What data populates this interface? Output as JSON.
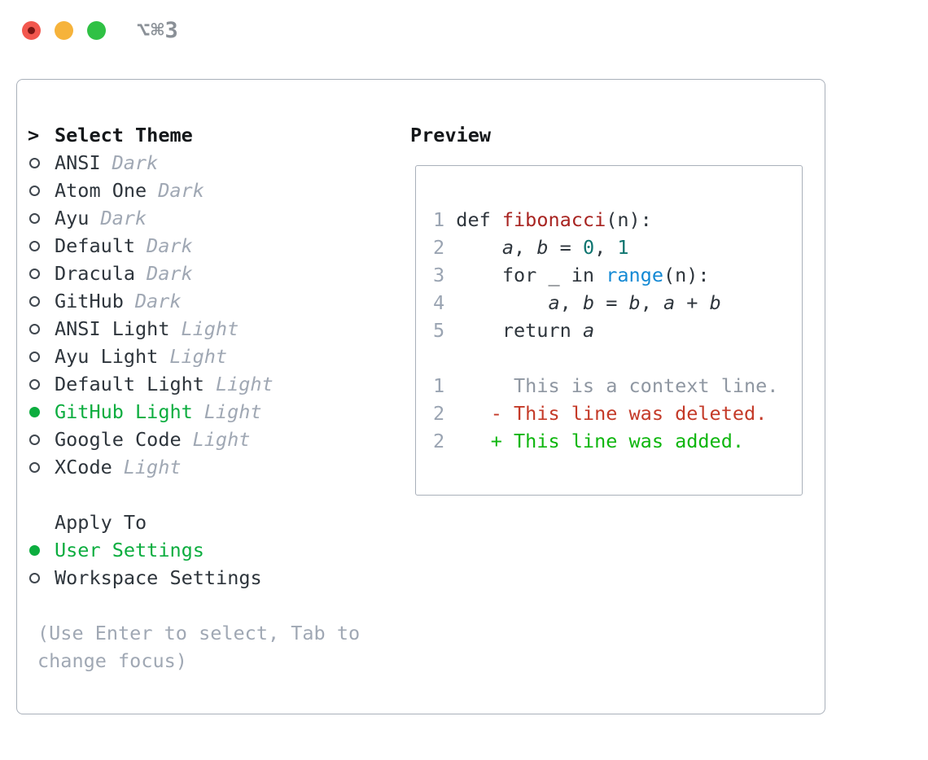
{
  "titlebar": {
    "shortcut": "⌥⌘3",
    "buttons": [
      "close",
      "minimize",
      "zoom"
    ]
  },
  "theme_panel": {
    "header_marker": ">",
    "header_label": "Select Theme",
    "themes": [
      {
        "name": "ANSI",
        "variant": "Dark",
        "selected": false
      },
      {
        "name": "Atom One",
        "variant": "Dark",
        "selected": false
      },
      {
        "name": "Ayu",
        "variant": "Dark",
        "selected": false
      },
      {
        "name": "Default",
        "variant": "Dark",
        "selected": false
      },
      {
        "name": "Dracula",
        "variant": "Dark",
        "selected": false
      },
      {
        "name": "GitHub",
        "variant": "Dark",
        "selected": false
      },
      {
        "name": "ANSI Light",
        "variant": "Light",
        "selected": false
      },
      {
        "name": "Ayu Light",
        "variant": "Light",
        "selected": false
      },
      {
        "name": "Default Light",
        "variant": "Light",
        "selected": false
      },
      {
        "name": "GitHub Light",
        "variant": "Light",
        "selected": true
      },
      {
        "name": "Google Code",
        "variant": "Light",
        "selected": false
      },
      {
        "name": "XCode",
        "variant": "Light",
        "selected": false
      }
    ],
    "apply_to_label": "Apply To",
    "apply_options": [
      {
        "name": "User Settings",
        "selected": true
      },
      {
        "name": "Workspace Settings",
        "selected": false
      }
    ],
    "hint_lines": [
      "(Use Enter to select, Tab to",
      "change focus)"
    ]
  },
  "preview": {
    "title": "Preview",
    "lines": [
      [
        [
          "ln",
          "1 "
        ],
        [
          "pl",
          "def "
        ],
        [
          "fn",
          "fibonacci"
        ],
        [
          "pl",
          "(n):"
        ]
      ],
      [
        [
          "ln",
          "2 "
        ],
        [
          "pl",
          "    "
        ],
        [
          "var",
          "a"
        ],
        [
          "pl",
          ", "
        ],
        [
          "var",
          "b"
        ],
        [
          "pl",
          " = "
        ],
        [
          "num",
          "0"
        ],
        [
          "pl",
          ", "
        ],
        [
          "num",
          "1"
        ]
      ],
      [
        [
          "ln",
          "3 "
        ],
        [
          "pl",
          "    for _ in "
        ],
        [
          "call",
          "range"
        ],
        [
          "pl",
          "(n):"
        ]
      ],
      [
        [
          "ln",
          "4 "
        ],
        [
          "pl",
          "        "
        ],
        [
          "var",
          "a"
        ],
        [
          "pl",
          ", "
        ],
        [
          "var",
          "b"
        ],
        [
          "pl",
          " = "
        ],
        [
          "var",
          "b"
        ],
        [
          "pl",
          ", "
        ],
        [
          "var",
          "a"
        ],
        [
          "pl",
          " + "
        ],
        [
          "var",
          "b"
        ]
      ],
      [
        [
          "ln",
          "5 "
        ],
        [
          "pl",
          "    return "
        ],
        [
          "var",
          "a"
        ]
      ],
      [],
      [
        [
          "ln",
          "1 "
        ],
        [
          "ctx",
          "     This is a context line."
        ]
      ],
      [
        [
          "ln",
          "2 "
        ],
        [
          "del",
          "   - This line was deleted."
        ]
      ],
      [
        [
          "ln",
          "2 "
        ],
        [
          "add",
          "   + This line was added."
        ]
      ]
    ]
  },
  "colors": {
    "accent_green": "#0cad3f",
    "added_green": "#0eb60e",
    "deleted_red": "#c43a28",
    "function_red": "#a82421",
    "number_teal": "#0e7570",
    "call_blue": "#1389d4",
    "text_dark": "#2e353c",
    "heading_black": "#14171a",
    "dim_gray": "#a0a8b4",
    "line_number_gray": "#9aa4b2",
    "context_gray": "#8f97a2",
    "border_gray": "#a9b0ba",
    "circle_gray": "#40474f",
    "title_gray": "#8a9097",
    "traffic_red": "#f2574e",
    "traffic_red_dot": "#7a1613",
    "traffic_yellow": "#f6b33b",
    "traffic_green": "#2fc144"
  }
}
